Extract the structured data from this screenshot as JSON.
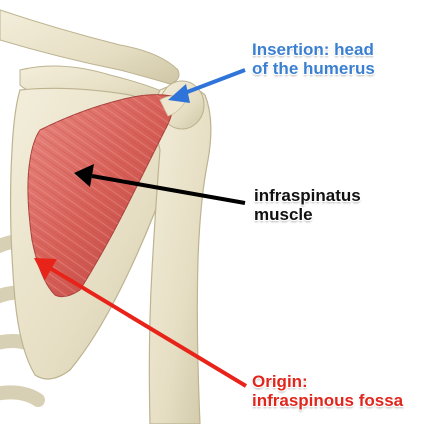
{
  "labels": {
    "insertion": {
      "line1": "Insertion: head",
      "line2": "of the humerus"
    },
    "muscle": {
      "line1": "infraspinatus",
      "line2": "muscle"
    },
    "origin": {
      "line1": "Origin:",
      "line2": "infraspinous fossa"
    }
  },
  "colors": {
    "insertion_text": "#3a7fd0",
    "muscle_text": "#111111",
    "origin_text": "#e0261d",
    "insertion_arrow": "#2f74d8",
    "muscle_arrow": "#000000",
    "origin_arrow": "#e8241a",
    "bone": "#e9e2c8",
    "muscle": "#d9655e"
  }
}
